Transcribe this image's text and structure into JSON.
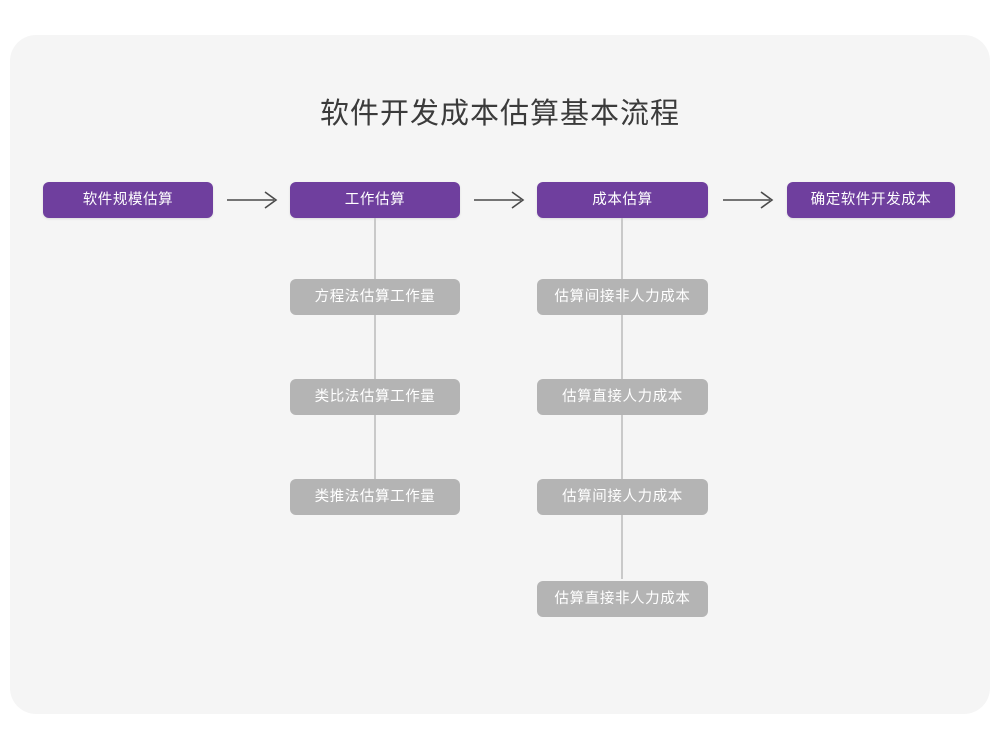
{
  "page": {
    "background_color": "#ffffff",
    "card_color": "#f5f5f5"
  },
  "diagram": {
    "title": "软件开发成本估算基本流程",
    "type": "flowchart",
    "primary_color": "#6f3f9e",
    "secondary_color": "#b4b4b4",
    "connector_color": "#c9c9c9",
    "arrow_color": "#4a4a4a",
    "arrow_glyph": "long-right-arrow",
    "stages": [
      {
        "id": "stage-1",
        "label": "软件规模估算",
        "substeps": []
      },
      {
        "id": "stage-2",
        "label": "工作估算",
        "substeps": [
          "方程法估算工作量",
          "类比法估算工作量",
          "类推法估算工作量"
        ]
      },
      {
        "id": "stage-3",
        "label": "成本估算",
        "substeps": [
          "估算间接非人力成本",
          "估算直接人力成本",
          "估算间接人力成本",
          "估算直接非人力成本"
        ]
      },
      {
        "id": "stage-4",
        "label": "确定软件开发成本",
        "substeps": []
      }
    ]
  }
}
